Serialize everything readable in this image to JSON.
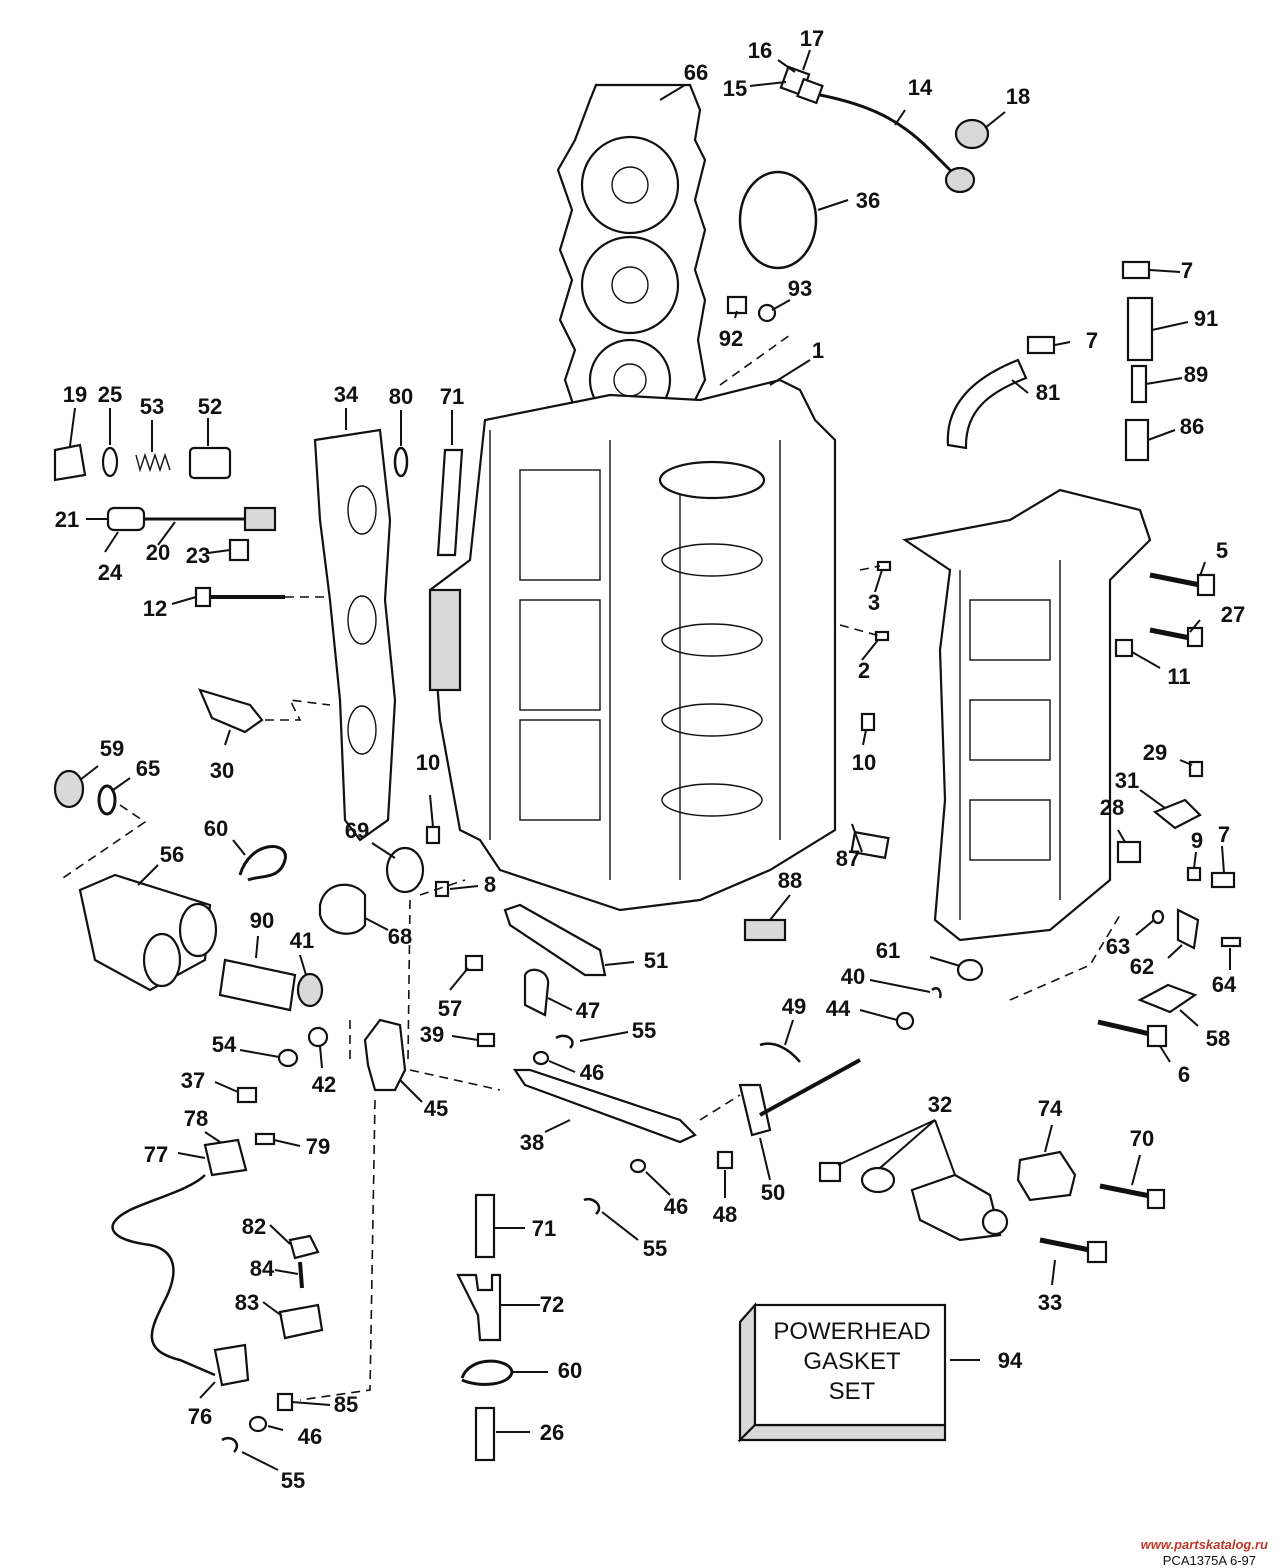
{
  "diagram": {
    "callouts": [
      {
        "label": "1"
      },
      {
        "label": "2"
      },
      {
        "label": "3"
      },
      {
        "label": "5"
      },
      {
        "label": "6"
      },
      {
        "label": "7"
      },
      {
        "label": "7"
      },
      {
        "label": "7"
      },
      {
        "label": "8"
      },
      {
        "label": "9"
      },
      {
        "label": "10"
      },
      {
        "label": "10"
      },
      {
        "label": "11"
      },
      {
        "label": "12"
      },
      {
        "label": "14"
      },
      {
        "label": "15"
      },
      {
        "label": "16"
      },
      {
        "label": "17"
      },
      {
        "label": "18"
      },
      {
        "label": "19"
      },
      {
        "label": "20"
      },
      {
        "label": "21"
      },
      {
        "label": "23"
      },
      {
        "label": "24"
      },
      {
        "label": "25"
      },
      {
        "label": "26"
      },
      {
        "label": "27"
      },
      {
        "label": "28"
      },
      {
        "label": "29"
      },
      {
        "label": "30"
      },
      {
        "label": "31"
      },
      {
        "label": "32"
      },
      {
        "label": "33"
      },
      {
        "label": "34"
      },
      {
        "label": "36"
      },
      {
        "label": "37"
      },
      {
        "label": "38"
      },
      {
        "label": "39"
      },
      {
        "label": "40"
      },
      {
        "label": "41"
      },
      {
        "label": "42"
      },
      {
        "label": "44"
      },
      {
        "label": "45"
      },
      {
        "label": "46"
      },
      {
        "label": "46"
      },
      {
        "label": "46"
      },
      {
        "label": "47"
      },
      {
        "label": "48"
      },
      {
        "label": "49"
      },
      {
        "label": "50"
      },
      {
        "label": "51"
      },
      {
        "label": "52"
      },
      {
        "label": "53"
      },
      {
        "label": "54"
      },
      {
        "label": "55"
      },
      {
        "label": "55"
      },
      {
        "label": "55"
      },
      {
        "label": "56"
      },
      {
        "label": "57"
      },
      {
        "label": "58"
      },
      {
        "label": "59"
      },
      {
        "label": "60"
      },
      {
        "label": "60"
      },
      {
        "label": "61"
      },
      {
        "label": "62"
      },
      {
        "label": "63"
      },
      {
        "label": "64"
      },
      {
        "label": "65"
      },
      {
        "label": "66"
      },
      {
        "label": "68"
      },
      {
        "label": "69"
      },
      {
        "label": "70"
      },
      {
        "label": "71"
      },
      {
        "label": "71"
      },
      {
        "label": "72"
      },
      {
        "label": "74"
      },
      {
        "label": "76"
      },
      {
        "label": "77"
      },
      {
        "label": "78"
      },
      {
        "label": "79"
      },
      {
        "label": "80"
      },
      {
        "label": "81"
      },
      {
        "label": "82"
      },
      {
        "label": "83"
      },
      {
        "label": "84"
      },
      {
        "label": "85"
      },
      {
        "label": "86"
      },
      {
        "label": "87"
      },
      {
        "label": "88"
      },
      {
        "label": "89"
      },
      {
        "label": "90"
      },
      {
        "label": "91"
      },
      {
        "label": "92"
      },
      {
        "label": "93"
      },
      {
        "label": "94"
      }
    ],
    "gasket_set_box": {
      "line1": "POWERHEAD",
      "line2": "GASKET",
      "line3": "SET"
    },
    "watermark": "www.partskatalog.ru",
    "drawing_code": "PCA1375A  6-97"
  }
}
